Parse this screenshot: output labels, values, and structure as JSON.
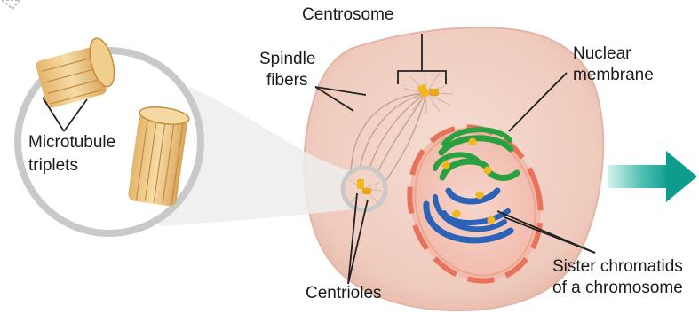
{
  "labels": {
    "centrosome": "Centrosome",
    "spindle_fibers_line1": "Spindle",
    "spindle_fibers_line2": "fibers",
    "nuclear_membrane_line1": "Nuclear",
    "nuclear_membrane_line2": "membrane",
    "microtubule_line1": "Microtubule",
    "microtubule_line2": "triplets",
    "centrioles": "Centrioles",
    "sister_chromatids_line1": "Sister chromatids",
    "sister_chromatids_line2": "of a chromosome"
  },
  "colors": {
    "cell_fill": "#f2d3c7",
    "cell_edge": "#e4b5a6",
    "nucleus_fill": "#f3c4b8",
    "nuclear_membrane": "#e8735a",
    "chromatid_green": "#2aa140",
    "chromatid_blue": "#2a63b8",
    "centromere": "#f1b71c",
    "centriole": "#e9b567",
    "magnifier_ring": "#c9c9c9",
    "arrow": "#1aa89a"
  }
}
